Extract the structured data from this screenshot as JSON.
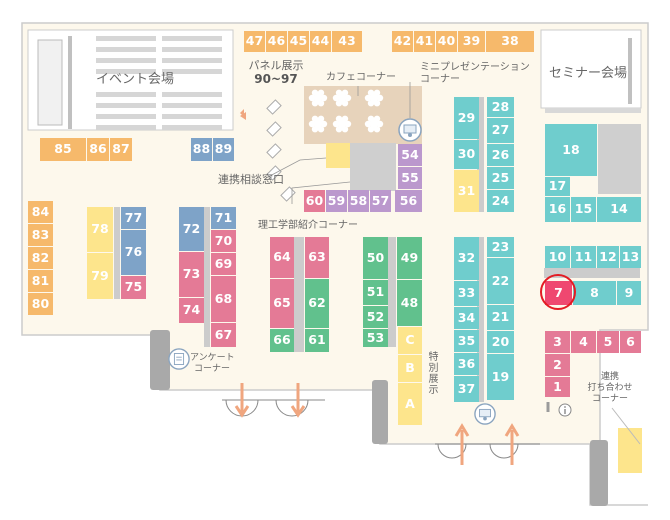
{
  "colors": {
    "orange": "#f6b96b",
    "yellow": "#fde58c",
    "blue": "#7ea3c8",
    "pink": "#e47a96",
    "green": "#61c18d",
    "teal": "#6fcdcd",
    "purple": "#bb98cd",
    "red": "#ef4870",
    "highlight": "#e31b23",
    "floor": "#fdf8ec"
  },
  "labels": {
    "event_hall": "イベント会場",
    "seminar_hall": "セミナー会場",
    "panel_title": "パネル展示",
    "panel_range": "90~97",
    "cafe_corner": "カフェコーナー",
    "mini_presentation_1": "ミニプレゼンテーション",
    "mini_presentation_2": "コーナー",
    "collab_window": "連携相談窓口",
    "science_corner": "理工学部紹介コーナー",
    "survey_1": "アンケート",
    "survey_2": "コーナー",
    "special_exhibit": [
      "特",
      "別",
      "展",
      "示"
    ],
    "meeting_1": "連携",
    "meeting_2": "打ち合わせ",
    "meeting_3": "コーナー"
  },
  "highlighted_booth": "7",
  "icons": [
    "presentation-icon",
    "survey-icon",
    "info-icon",
    "panel-icon",
    "entrance-arrow-icon"
  ],
  "booths": [
    {
      "id": "47",
      "c": "orange"
    },
    {
      "id": "46",
      "c": "orange"
    },
    {
      "id": "45",
      "c": "orange"
    },
    {
      "id": "44",
      "c": "orange"
    },
    {
      "id": "43",
      "c": "orange"
    },
    {
      "id": "42",
      "c": "orange"
    },
    {
      "id": "41",
      "c": "orange"
    },
    {
      "id": "40",
      "c": "orange"
    },
    {
      "id": "39",
      "c": "orange"
    },
    {
      "id": "38",
      "c": "orange"
    },
    {
      "id": "85",
      "c": "orange"
    },
    {
      "id": "86",
      "c": "orange"
    },
    {
      "id": "87",
      "c": "orange"
    },
    {
      "id": "88",
      "c": "blue"
    },
    {
      "id": "89",
      "c": "blue"
    },
    {
      "id": "84",
      "c": "orange"
    },
    {
      "id": "83",
      "c": "orange"
    },
    {
      "id": "82",
      "c": "orange"
    },
    {
      "id": "81",
      "c": "orange"
    },
    {
      "id": "80",
      "c": "orange"
    },
    {
      "id": "78",
      "c": "yellow"
    },
    {
      "id": "79",
      "c": "yellow"
    },
    {
      "id": "77",
      "c": "blue"
    },
    {
      "id": "76",
      "c": "blue"
    },
    {
      "id": "75",
      "c": "pink"
    },
    {
      "id": "72",
      "c": "blue"
    },
    {
      "id": "73",
      "c": "pink"
    },
    {
      "id": "74",
      "c": "pink"
    },
    {
      "id": "71",
      "c": "blue"
    },
    {
      "id": "70",
      "c": "pink"
    },
    {
      "id": "69",
      "c": "pink"
    },
    {
      "id": "68",
      "c": "pink"
    },
    {
      "id": "67",
      "c": "pink"
    },
    {
      "id": "64",
      "c": "pink"
    },
    {
      "id": "65",
      "c": "pink"
    },
    {
      "id": "66",
      "c": "green"
    },
    {
      "id": "63",
      "c": "pink"
    },
    {
      "id": "62",
      "c": "green"
    },
    {
      "id": "61",
      "c": "green"
    },
    {
      "id": "60",
      "c": "pink"
    },
    {
      "id": "59",
      "c": "purple"
    },
    {
      "id": "58",
      "c": "purple"
    },
    {
      "id": "57",
      "c": "purple"
    },
    {
      "id": "56",
      "c": "purple"
    },
    {
      "id": "54",
      "c": "purple"
    },
    {
      "id": "55",
      "c": "purple"
    },
    {
      "id": "50",
      "c": "green"
    },
    {
      "id": "51",
      "c": "green"
    },
    {
      "id": "52",
      "c": "green"
    },
    {
      "id": "53",
      "c": "green"
    },
    {
      "id": "49",
      "c": "green"
    },
    {
      "id": "48",
      "c": "green"
    },
    {
      "id": "C",
      "c": "yellow"
    },
    {
      "id": "B",
      "c": "yellow"
    },
    {
      "id": "A",
      "c": "yellow"
    },
    {
      "id": "29",
      "c": "teal"
    },
    {
      "id": "30",
      "c": "teal"
    },
    {
      "id": "31",
      "c": "yellow"
    },
    {
      "id": "28",
      "c": "teal"
    },
    {
      "id": "27",
      "c": "teal"
    },
    {
      "id": "26",
      "c": "teal"
    },
    {
      "id": "25",
      "c": "teal"
    },
    {
      "id": "24",
      "c": "teal"
    },
    {
      "id": "32",
      "c": "teal"
    },
    {
      "id": "33",
      "c": "teal"
    },
    {
      "id": "34",
      "c": "teal"
    },
    {
      "id": "35",
      "c": "teal"
    },
    {
      "id": "36",
      "c": "teal"
    },
    {
      "id": "37",
      "c": "teal"
    },
    {
      "id": "23",
      "c": "teal"
    },
    {
      "id": "22",
      "c": "teal"
    },
    {
      "id": "21",
      "c": "teal"
    },
    {
      "id": "20",
      "c": "teal"
    },
    {
      "id": "19",
      "c": "teal"
    },
    {
      "id": "18",
      "c": "teal"
    },
    {
      "id": "17",
      "c": "teal"
    },
    {
      "id": "16",
      "c": "teal"
    },
    {
      "id": "15",
      "c": "teal"
    },
    {
      "id": "14",
      "c": "teal"
    },
    {
      "id": "10",
      "c": "teal"
    },
    {
      "id": "11",
      "c": "teal"
    },
    {
      "id": "12",
      "c": "teal"
    },
    {
      "id": "13",
      "c": "teal"
    },
    {
      "id": "7",
      "c": "red"
    },
    {
      "id": "8",
      "c": "teal"
    },
    {
      "id": "9",
      "c": "teal"
    },
    {
      "id": "3",
      "c": "pink"
    },
    {
      "id": "4",
      "c": "pink"
    },
    {
      "id": "5",
      "c": "pink"
    },
    {
      "id": "6",
      "c": "pink"
    },
    {
      "id": "2",
      "c": "pink"
    },
    {
      "id": "1",
      "c": "pink"
    }
  ]
}
